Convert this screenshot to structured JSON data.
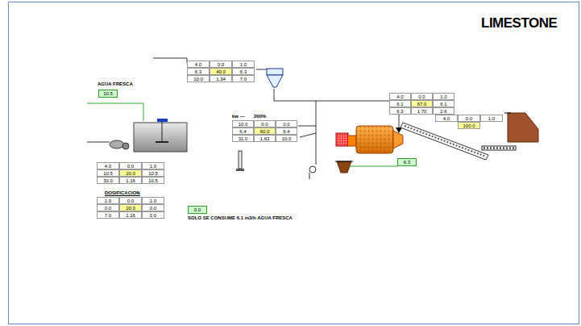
{
  "diagram": {
    "title": "LIMESTONE",
    "nodes": [
      {
        "text": [
          "10.5"
        ]
      },
      {
        "text": [
          "6.3"
        ]
      },
      {
        "text": [
          "0.0"
        ]
      }
    ],
    "labels": [
      "4.0",
      "0.0",
      "1.0",
      "6.3",
      "40.0",
      "6.3",
      "10.0",
      "1.34",
      "7.0",
      "AGUA FRESCA",
      "4.0",
      "0.0",
      "1.0",
      "10.5",
      "20.0",
      "10.5",
      "30.0",
      "1.16",
      "10.5",
      "DOSIFICACION",
      "1.0",
      "0.0",
      "1.0",
      "0.0",
      "20.0",
      "0.0",
      "7.0",
      "1.16",
      "0.0",
      "SOLO SE CONSUME 6,1 m3/h AGUA FRESCA",
      "kw ---",
      "200%",
      "10.0",
      "0.0",
      "0.0",
      "6.4",
      "60.0",
      "6.4",
      "31.0",
      "1.63",
      "10.0",
      "4.0",
      "0.0",
      "1.0",
      "6.1",
      "67.0",
      "6.1",
      "6.3",
      "1.70",
      "2.6",
      "4.0",
      "0.0",
      "1.0",
      "100.0"
    ]
  }
}
